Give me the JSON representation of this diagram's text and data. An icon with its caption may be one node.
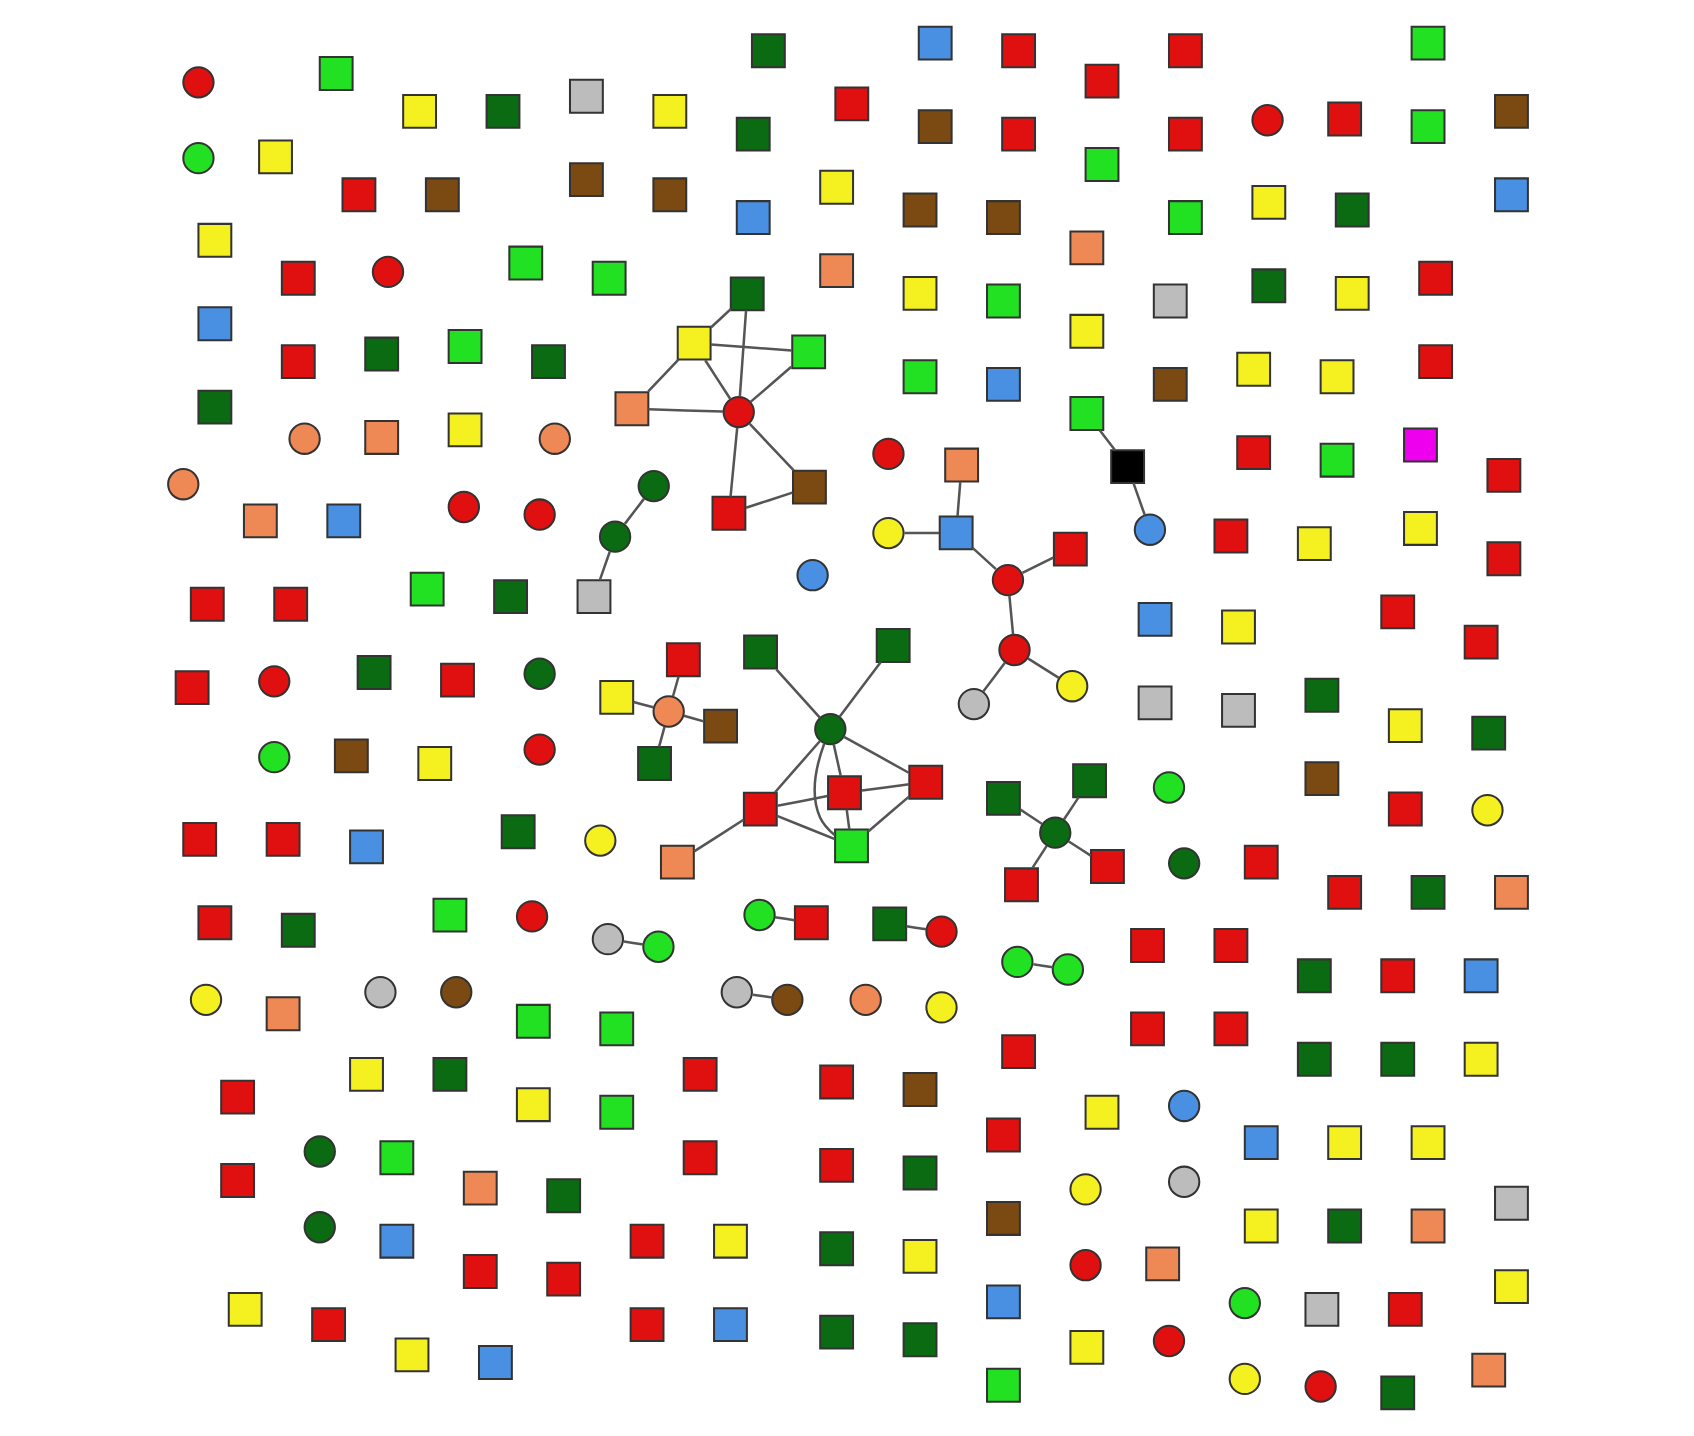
{
  "diagram": {
    "nodes": [
      {
        "text": [],
        "shape": "circle"
      },
      {
        "text": [],
        "shape": "circle"
      },
      {
        "text": [],
        "shape": "circle"
      },
      {
        "text": [],
        "shape": "circle"
      },
      {
        "text": [],
        "shape": "circle"
      },
      {
        "text": [],
        "shape": "circle"
      },
      {
        "text": [],
        "shape": "circle"
      },
      {
        "text": [],
        "shape": "circle"
      },
      {
        "text": [],
        "shape": "circle"
      },
      {
        "text": [],
        "shape": "box"
      },
      {
        "text": [],
        "shape": "circle"
      },
      {
        "text": [],
        "shape": "box"
      },
      {
        "text": [],
        "shape": "box"
      },
      {
        "text": [],
        "shape": "box"
      },
      {
        "text": [],
        "shape": "box"
      },
      {
        "text": [],
        "shape": "box"
      },
      {
        "text": [],
        "shape": "box"
      },
      {
        "text": [],
        "shape": "box"
      },
      {
        "text": [],
        "shape": "box"
      },
      {
        "text": [],
        "shape": "circle"
      },
      {
        "text": [],
        "shape": "box"
      },
      {
        "text": [],
        "shape": "box"
      },
      {
        "text": [],
        "shape": "box"
      },
      {
        "text": [],
        "shape": "circle"
      },
      {
        "text": [],
        "shape": "box"
      },
      {
        "text": [],
        "shape": "box"
      },
      {
        "text": [],
        "shape": "box"
      },
      {
        "text": [],
        "shape": "box"
      },
      {
        "text": [],
        "shape": "circle"
      },
      {
        "text": [],
        "shape": "box"
      },
      {
        "text": [],
        "shape": "box"
      },
      {
        "text": [],
        "shape": "box"
      },
      {
        "text": [],
        "shape": "circle"
      },
      {
        "text": [],
        "shape": "box"
      },
      {
        "text": [],
        "shape": "box"
      },
      {
        "text": [],
        "shape": "box"
      },
      {
        "text": [],
        "shape": "circle"
      },
      {
        "text": [],
        "shape": "box"
      },
      {
        "text": [],
        "shape": "box"
      },
      {
        "text": [],
        "shape": "box"
      },
      {
        "text": [],
        "shape": "box"
      },
      {
        "text": [],
        "shape": "circle"
      },
      {
        "text": [],
        "shape": "circle"
      },
      {
        "text": [],
        "shape": "box"
      },
      {
        "text": [],
        "shape": "box"
      },
      {
        "text": [],
        "shape": "box"
      },
      {
        "text": [],
        "shape": "box"
      },
      {
        "text": [],
        "shape": "circle"
      },
      {
        "text": [],
        "shape": "box"
      },
      {
        "text": [],
        "shape": "box"
      },
      {
        "text": [],
        "shape": "box"
      },
      {
        "text": [],
        "shape": "box"
      },
      {
        "text": [],
        "shape": "box"
      },
      {
        "text": [],
        "shape": "box"
      },
      {
        "text": [],
        "shape": "box"
      },
      {
        "text": [],
        "shape": "box"
      },
      {
        "text": [],
        "shape": "box"
      },
      {
        "text": [],
        "shape": "box"
      },
      {
        "text": [],
        "shape": "box"
      },
      {
        "text": [],
        "shape": "box"
      },
      {
        "text": [],
        "shape": "box"
      },
      {
        "text": [],
        "shape": "box"
      },
      {
        "text": [],
        "shape": "box"
      },
      {
        "text": [],
        "shape": "box"
      },
      {
        "text": [],
        "shape": "box"
      },
      {
        "text": [],
        "shape": "box"
      },
      {
        "text": [],
        "shape": "box"
      },
      {
        "text": [],
        "shape": "box"
      },
      {
        "text": [],
        "shape": "box"
      },
      {
        "text": [],
        "shape": "box"
      },
      {
        "text": [],
        "shape": "box"
      },
      {
        "text": [],
        "shape": "box"
      },
      {
        "text": [],
        "shape": "box"
      },
      {
        "text": [],
        "shape": "circle"
      },
      {
        "text": [],
        "shape": "box"
      },
      {
        "text": [],
        "shape": "box"
      },
      {
        "text": [],
        "shape": "box"
      },
      {
        "text": [],
        "shape": "box"
      },
      {
        "text": [],
        "shape": "box"
      },
      {
        "text": [],
        "shape": "box"
      },
      {
        "text": [],
        "shape": "circle"
      },
      {
        "text": [],
        "shape": "circle"
      },
      {
        "text": [],
        "shape": "box"
      },
      {
        "text": [],
        "shape": "box"
      },
      {
        "text": [],
        "shape": "circle"
      },
      {
        "text": [],
        "shape": "box"
      },
      {
        "text": [],
        "shape": "box"
      },
      {
        "text": [],
        "shape": "box"
      },
      {
        "text": [],
        "shape": "box"
      },
      {
        "text": [],
        "shape": "circle"
      },
      {
        "text": [],
        "shape": "box"
      },
      {
        "text": [],
        "shape": "box"
      },
      {
        "text": [],
        "shape": "box"
      },
      {
        "text": [],
        "shape": "box"
      },
      {
        "text": [],
        "shape": "box"
      },
      {
        "text": [],
        "shape": "box"
      },
      {
        "text": [],
        "shape": "box"
      },
      {
        "text": [],
        "shape": "box"
      },
      {
        "text": [],
        "shape": "box"
      },
      {
        "text": [],
        "shape": "box"
      },
      {
        "text": [],
        "shape": "box"
      },
      {
        "text": [],
        "shape": "box"
      },
      {
        "text": [],
        "shape": "circle"
      },
      {
        "text": [],
        "shape": "box"
      },
      {
        "text": [],
        "shape": "box"
      },
      {
        "text": [],
        "shape": "box"
      },
      {
        "text": [],
        "shape": "box"
      },
      {
        "text": [],
        "shape": "box"
      },
      {
        "text": [],
        "shape": "box"
      },
      {
        "text": [],
        "shape": "box"
      },
      {
        "text": [],
        "shape": "box"
      },
      {
        "text": [],
        "shape": "box"
      },
      {
        "text": [],
        "shape": "box"
      },
      {
        "text": [],
        "shape": "box"
      },
      {
        "text": [],
        "shape": "box"
      },
      {
        "text": [],
        "shape": "box"
      },
      {
        "text": [],
        "shape": "box"
      },
      {
        "text": [],
        "shape": "box"
      },
      {
        "text": [],
        "shape": "box"
      },
      {
        "text": [],
        "shape": "box"
      },
      {
        "text": [],
        "shape": "circle"
      },
      {
        "text": [],
        "shape": "circle"
      },
      {
        "text": [],
        "shape": "box"
      },
      {
        "text": [],
        "shape": "box"
      },
      {
        "text": [],
        "shape": "box"
      },
      {
        "text": [],
        "shape": "box"
      },
      {
        "text": [],
        "shape": "circle"
      },
      {
        "text": [],
        "shape": "box"
      },
      {
        "text": [],
        "shape": "box"
      },
      {
        "text": [],
        "shape": "box"
      },
      {
        "text": [],
        "shape": "box"
      },
      {
        "text": [],
        "shape": "box"
      },
      {
        "text": [],
        "shape": "box"
      },
      {
        "text": [],
        "shape": "box"
      },
      {
        "text": [],
        "shape": "box"
      },
      {
        "text": [],
        "shape": "box"
      },
      {
        "text": [],
        "shape": "box"
      },
      {
        "text": [],
        "shape": "circle"
      },
      {
        "text": [],
        "shape": "box"
      },
      {
        "text": [],
        "shape": "box"
      },
      {
        "text": [],
        "shape": "box"
      },
      {
        "text": [],
        "shape": "circle"
      },
      {
        "text": [],
        "shape": "box"
      },
      {
        "text": [],
        "shape": "box"
      },
      {
        "text": [],
        "shape": "box"
      },
      {
        "text": [],
        "shape": "circle"
      },
      {
        "text": [],
        "shape": "box"
      },
      {
        "text": [],
        "shape": "box"
      },
      {
        "text": [],
        "shape": "box"
      },
      {
        "text": [],
        "shape": "box"
      },
      {
        "text": [],
        "shape": "box"
      },
      {
        "text": [],
        "shape": "box"
      },
      {
        "text": [],
        "shape": "box"
      },
      {
        "text": [],
        "shape": "circle"
      },
      {
        "text": [],
        "shape": "box"
      },
      {
        "text": [],
        "shape": "circle"
      },
      {
        "text": [],
        "shape": "box"
      },
      {
        "text": [],
        "shape": "circle"
      },
      {
        "text": [],
        "shape": "circle"
      },
      {
        "text": [],
        "shape": "box"
      },
      {
        "text": [],
        "shape": "box"
      },
      {
        "text": [],
        "shape": "circle"
      },
      {
        "text": [],
        "shape": "circle"
      },
      {
        "text": [],
        "shape": "circle"
      },
      {
        "text": [],
        "shape": "box"
      },
      {
        "text": [],
        "shape": "box"
      },
      {
        "text": [],
        "shape": "circle"
      },
      {
        "text": [],
        "shape": "box"
      },
      {
        "text": [],
        "shape": "box"
      },
      {
        "text": [],
        "shape": "box"
      },
      {
        "text": [],
        "shape": "box"
      },
      {
        "text": [],
        "shape": "box"
      },
      {
        "text": [],
        "shape": "circle"
      },
      {
        "text": [],
        "shape": "box"
      },
      {
        "text": [],
        "shape": "circle"
      },
      {
        "text": [],
        "shape": "box"
      },
      {
        "text": [],
        "shape": "box"
      },
      {
        "text": [],
        "shape": "box"
      },
      {
        "text": [],
        "shape": "box"
      },
      {
        "text": [],
        "shape": "box"
      },
      {
        "text": [],
        "shape": "box"
      },
      {
        "text": [],
        "shape": "box"
      },
      {
        "text": [],
        "shape": "box"
      },
      {
        "text": [],
        "shape": "box"
      },
      {
        "text": [],
        "shape": "box"
      },
      {
        "text": [],
        "shape": "box"
      },
      {
        "text": [],
        "shape": "box"
      },
      {
        "text": [],
        "shape": "box"
      },
      {
        "text": [],
        "shape": "box"
      },
      {
        "text": [],
        "shape": "box"
      },
      {
        "text": [],
        "shape": "box"
      },
      {
        "text": [],
        "shape": "box"
      },
      {
        "text": [],
        "shape": "box"
      },
      {
        "text": [],
        "shape": "box"
      },
      {
        "text": [],
        "shape": "box"
      },
      {
        "text": [],
        "shape": "box"
      },
      {
        "text": [],
        "shape": "box"
      },
      {
        "text": [],
        "shape": "box"
      },
      {
        "text": [],
        "shape": "box"
      },
      {
        "text": [],
        "shape": "box"
      },
      {
        "text": [],
        "shape": "box"
      },
      {
        "text": [],
        "shape": "box"
      },
      {
        "text": [],
        "shape": "circle"
      },
      {
        "text": [],
        "shape": "box"
      },
      {
        "text": [],
        "shape": "box"
      },
      {
        "text": [],
        "shape": "box"
      },
      {
        "text": [],
        "shape": "box"
      },
      {
        "text": [],
        "shape": "box"
      },
      {
        "text": [],
        "shape": "box"
      },
      {
        "text": [],
        "shape": "circle"
      },
      {
        "text": [],
        "shape": "box"
      },
      {
        "text": [],
        "shape": "circle"
      },
      {
        "text": [],
        "shape": "box"
      },
      {
        "text": [],
        "shape": "circle"
      },
      {
        "text": [],
        "shape": "circle"
      },
      {
        "text": [],
        "shape": "box"
      },
      {
        "text": [],
        "shape": "box"
      },
      {
        "text": [],
        "shape": "circle"
      },
      {
        "text": [],
        "shape": "circle"
      },
      {
        "text": [],
        "shape": "box"
      },
      {
        "text": [],
        "shape": "box"
      },
      {
        "text": [],
        "shape": "box"
      },
      {
        "text": [],
        "shape": "box"
      },
      {
        "text": [],
        "shape": "box"
      },
      {
        "text": [],
        "shape": "box"
      },
      {
        "text": [],
        "shape": "circle"
      },
      {
        "text": [],
        "shape": "circle"
      },
      {
        "text": [],
        "shape": "circle"
      },
      {
        "text": [],
        "shape": "box"
      },
      {
        "text": [],
        "shape": "circle"
      },
      {
        "text": [],
        "shape": "box"
      },
      {
        "text": [],
        "shape": "box"
      },
      {
        "text": [],
        "shape": "box"
      },
      {
        "text": [],
        "shape": "box"
      },
      {
        "text": [],
        "shape": "circle"
      },
      {
        "text": [],
        "shape": "circle"
      },
      {
        "text": [],
        "shape": "box"
      },
      {
        "text": [],
        "shape": "box"
      },
      {
        "text": [],
        "shape": "box"
      },
      {
        "text": [],
        "shape": "box"
      },
      {
        "text": [],
        "shape": "circle"
      },
      {
        "text": [],
        "shape": "circle"
      },
      {
        "text": [],
        "shape": "box"
      },
      {
        "text": [],
        "shape": "box"
      },
      {
        "text": [],
        "shape": "box"
      },
      {
        "text": [],
        "shape": "box"
      },
      {
        "text": [],
        "shape": "box"
      },
      {
        "text": [],
        "shape": "box"
      }
    ],
    "edges": [
      {
        "from": 28,
        "to": 29,
        "arrow": "none"
      },
      {
        "from": 41,
        "to": 39,
        "arrow": "none"
      },
      {
        "from": 46,
        "to": 45,
        "arrow": "none"
      },
      {
        "from": 46,
        "to": 47,
        "arrow": "none"
      },
      {
        "from": 45,
        "to": 47,
        "arrow": "none"
      },
      {
        "from": 47,
        "to": 48,
        "arrow": "none"
      },
      {
        "from": 47,
        "to": 49,
        "arrow": "none"
      },
      {
        "from": 47,
        "to": 50,
        "arrow": "none"
      },
      {
        "from": 47,
        "to": 51,
        "arrow": "none"
      },
      {
        "from": 48,
        "to": 49,
        "arrow": "none"
      },
      {
        "from": 48,
        "to": 50,
        "arrow": "none"
      },
      {
        "from": 48,
        "to": 51,
        "arrow": "none"
      },
      {
        "from": 87,
        "to": 88,
        "arrow": "none"
      },
      {
        "from": 88,
        "to": 89,
        "arrow": "none"
      },
      {
        "from": 102,
        "to": 96,
        "arrow": "none"
      },
      {
        "from": 102,
        "to": 99,
        "arrow": "none"
      },
      {
        "from": 102,
        "to": 106,
        "arrow": "none"
      },
      {
        "from": 102,
        "to": 98,
        "arrow": "none"
      },
      {
        "from": 102,
        "to": 101,
        "arrow": "none"
      },
      {
        "from": 102,
        "to": 100,
        "arrow": "none"
      },
      {
        "from": 96,
        "to": 98,
        "arrow": "none"
      },
      {
        "from": 96,
        "to": 99,
        "arrow": "none"
      },
      {
        "from": 99,
        "to": 98,
        "arrow": "none"
      },
      {
        "from": 106,
        "to": 98,
        "arrow": "none"
      },
      {
        "from": 106,
        "to": 99,
        "arrow": "none"
      },
      {
        "from": 93,
        "to": 96,
        "arrow": "none"
      },
      {
        "from": 120,
        "to": 122,
        "arrow": "none"
      },
      {
        "from": 120,
        "to": 123,
        "arrow": "none"
      },
      {
        "from": 120,
        "to": 124,
        "arrow": "none"
      },
      {
        "from": 120,
        "to": 125,
        "arrow": "none"
      },
      {
        "from": 137,
        "to": 145,
        "arrow": "none"
      },
      {
        "from": 153,
        "to": 151,
        "arrow": "none"
      },
      {
        "from": 153,
        "to": 152,
        "arrow": "none"
      },
      {
        "from": 153,
        "to": 150,
        "arrow": "none"
      },
      {
        "from": 153,
        "to": 154,
        "arrow": "none"
      },
      {
        "from": 161,
        "to": 157,
        "arrow": "none"
      },
      {
        "from": 161,
        "to": 158,
        "arrow": "none"
      },
      {
        "from": 161,
        "to": 202,
        "arrow": "none"
      },
      {
        "from": 202,
        "to": 208,
        "arrow": "none"
      },
      {
        "from": 202,
        "to": 210,
        "arrow": "none"
      },
      {
        "from": 204,
        "to": 208,
        "arrow": "none"
      },
      {
        "from": 208,
        "to": 209,
        "arrow": "none"
      },
      {
        "from": 162,
        "to": 174,
        "arrow": "none"
      },
      {
        "from": 162,
        "to": 184,
        "arrow": "none"
      },
      {
        "from": 226,
        "to": 227,
        "arrow": "none"
      },
      {
        "from": 240,
        "to": 241,
        "arrow": "none"
      }
    ]
  }
}
